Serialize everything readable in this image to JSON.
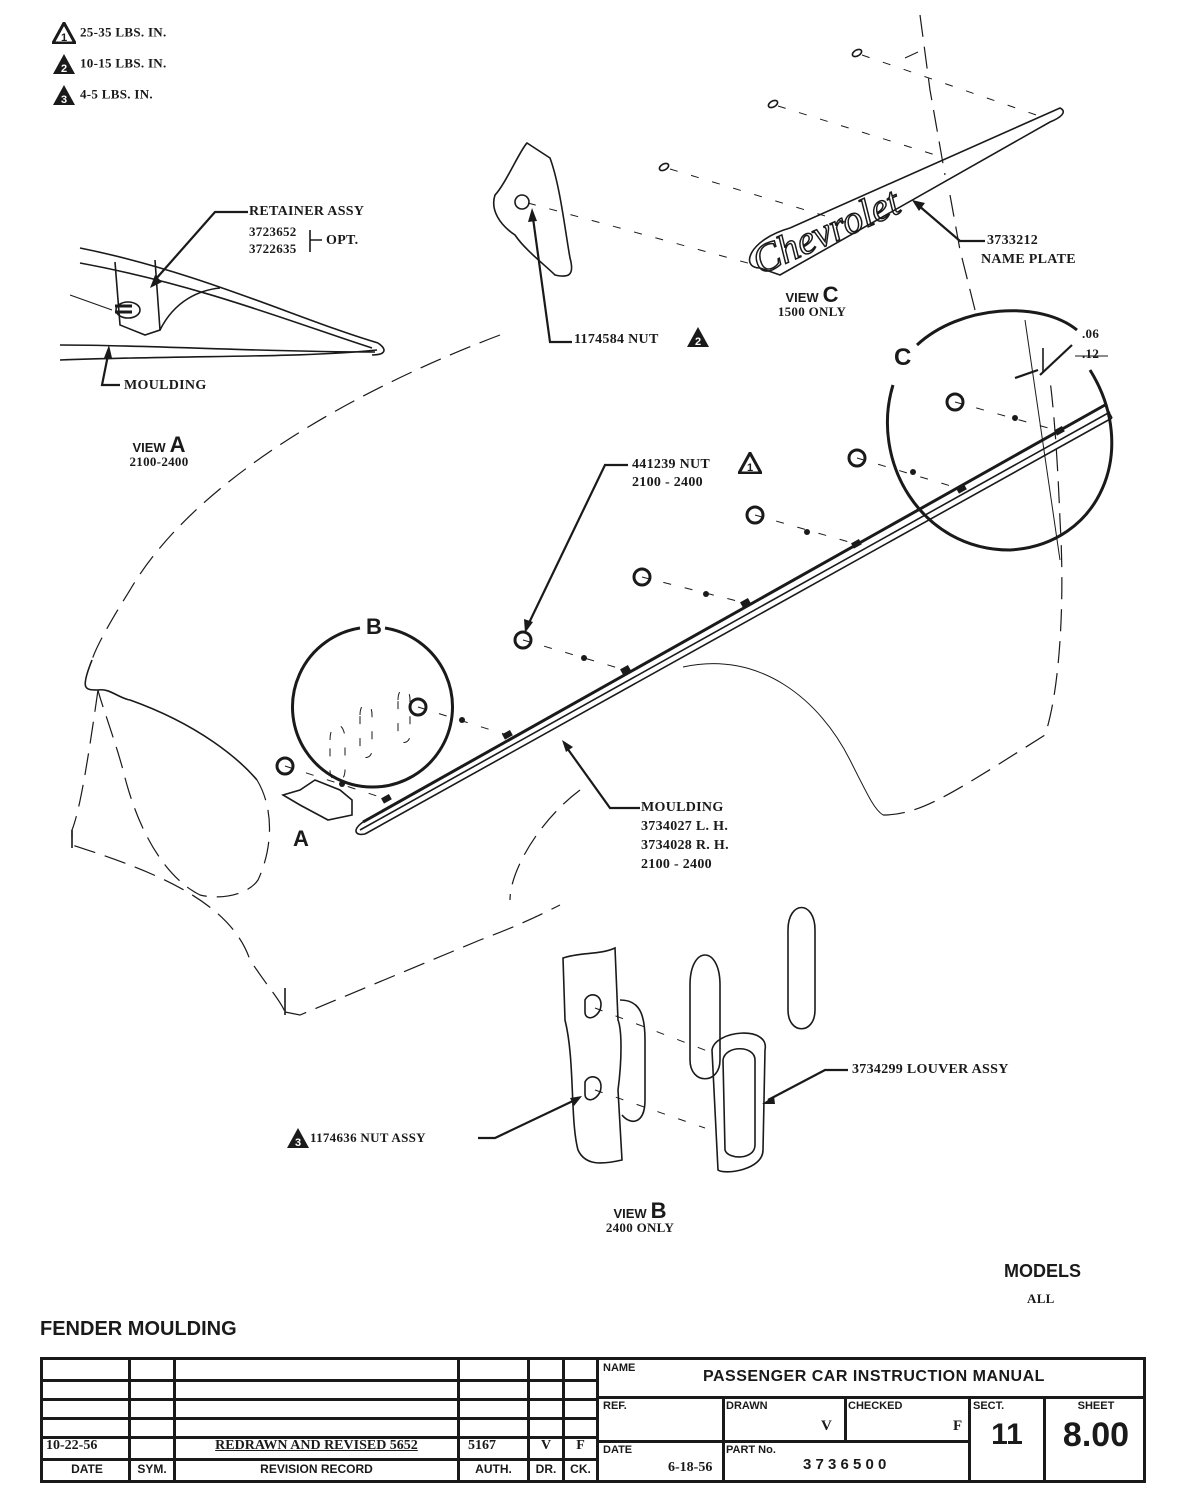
{
  "legend": {
    "items": [
      {
        "symbol": "1",
        "text": "25-35 LBS. IN."
      },
      {
        "symbol": "2",
        "text": "10-15 LBS. IN."
      },
      {
        "symbol": "3",
        "text": "4-5 LBS. IN."
      }
    ]
  },
  "view_a": {
    "title": "VIEW",
    "letter": "A",
    "models": "2100-2400",
    "retainer_label": "RETAINER ASSY",
    "retainer_part_1": "3723652",
    "retainer_part_2": "3722635",
    "retainer_opt": "OPT.",
    "moulding_label": "MOULDING"
  },
  "view_c": {
    "title": "VIEW",
    "letter": "C",
    "models": "1500 ONLY",
    "nut_label": "1174584 NUT",
    "nut_torque_symbol": "2",
    "nameplate_part": "3733212",
    "nameplate_label": "NAME PLATE",
    "nameplate_script": "Chevrolet",
    "detail_letter": "C",
    "dimension_top": ".06",
    "dimension_bottom": ".12"
  },
  "main_view": {
    "nut_label": "441239 NUT",
    "nut_torque_symbol": "1",
    "nut_models": "2100 - 2400",
    "moulding_label": "MOULDING",
    "moulding_lh": "3734027  L. H.",
    "moulding_rh": "3734028  R. H.",
    "moulding_models": "2100 - 2400",
    "detail_b_letter": "B",
    "arrow_a_letter": "A"
  },
  "view_b": {
    "title": "VIEW",
    "letter": "B",
    "models": "2400 ONLY",
    "louver_label": "3734299 LOUVER ASSY",
    "nut_label": "1174636 NUT ASSY",
    "nut_torque_symbol": "3"
  },
  "models": {
    "heading": "MODELS",
    "value": "ALL"
  },
  "sheet_title": "FENDER MOULDING",
  "revision": {
    "date": "10-22-56",
    "sym": "",
    "record": "REDRAWN AND REVISED  5652",
    "auth": "5167",
    "dr": "V",
    "ck": "F",
    "headers": {
      "date": "DATE",
      "sym": "SYM.",
      "record": "REVISION RECORD",
      "auth": "AUTH.",
      "dr": "DR.",
      "ck": "CK."
    }
  },
  "title_block": {
    "name_label": "NAME",
    "name_value": "PASSENGER CAR INSTRUCTION MANUAL",
    "ref_label": "REF.",
    "ref_value": "",
    "drawn_label": "DRAWN",
    "drawn_value": "V",
    "checked_label": "CHECKED",
    "checked_value": "F",
    "sect_label": "SECT.",
    "sect_value": "11",
    "sheet_label": "SHEET",
    "sheet_value": "8.00",
    "date_label": "DATE",
    "date_value": "6-18-56",
    "part_label": "PART No.",
    "part_value": "3 7 3 6 5 0 0"
  }
}
